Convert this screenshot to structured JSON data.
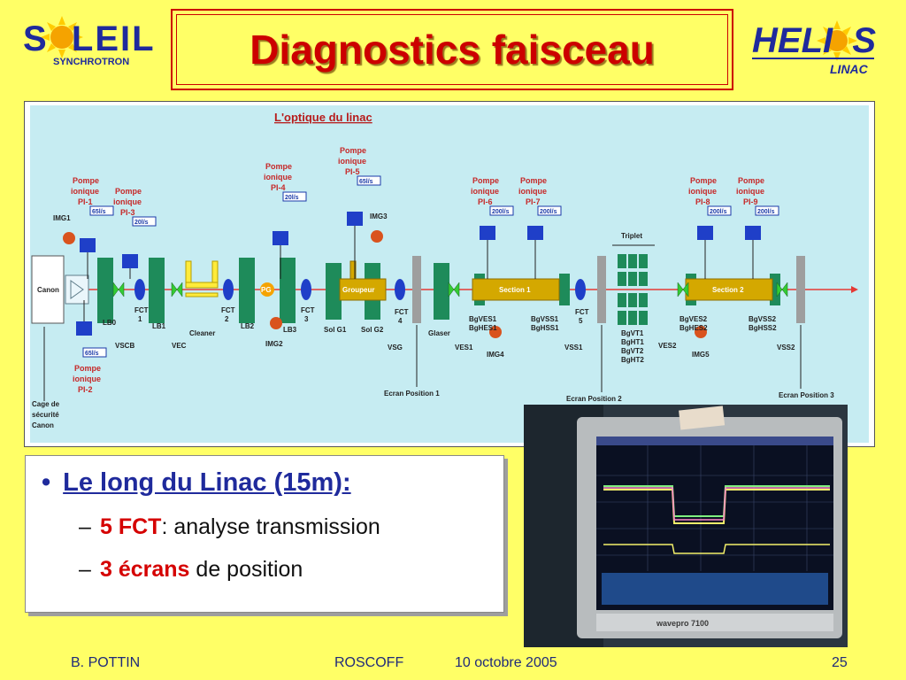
{
  "title": "Diagnostics faisceau",
  "logos": {
    "soleil_main": "S  LEIL",
    "soleil_sub": "SYNCHROTRON",
    "helios_main": "HELI  S",
    "helios_sub": "LINAC"
  },
  "diagram": {
    "heading": "L'optique du linac",
    "pumps": [
      {
        "label1": "Pompe",
        "label2": "ionique",
        "label3": "PI-1",
        "speed": "65l/s"
      },
      {
        "label1": "Pompe",
        "label2": "ionique",
        "label3": "PI-3",
        "speed": "20l/s"
      },
      {
        "label1": "Pompe",
        "label2": "ionique",
        "label3": "PI-4",
        "speed": "20l/s"
      },
      {
        "label1": "Pompe",
        "label2": "ionique",
        "label3": "PI-5",
        "speed": "65l/s"
      },
      {
        "label1": "Pompe",
        "label2": "ionique",
        "label3": "PI-6",
        "speed": "200l/s"
      },
      {
        "label1": "Pompe",
        "label2": "ionique",
        "label3": "PI-7",
        "speed": "200l/s"
      },
      {
        "label1": "Pompe",
        "label2": "ionique",
        "label3": "PI-8",
        "speed": "200l/s"
      },
      {
        "label1": "Pompe",
        "label2": "ionique",
        "label3": "PI-9",
        "speed": "200l/s"
      }
    ],
    "pump2": {
      "label1": "Pompe",
      "label2": "ionique",
      "label3": "PI-2",
      "speed": "65l/s"
    },
    "img_labels": {
      "img1": "IMG1",
      "img2": "IMG2",
      "img3": "IMG3",
      "img4": "IMG4",
      "img5": "IMG5"
    },
    "components": {
      "canon": "Canon",
      "lb0": "LB0",
      "vscb": "VSCB",
      "fct1": "FCT\n1",
      "lb1": "LB1",
      "vec": "VEC",
      "cleaner": "Cleaner",
      "fct2": "FCT\n2",
      "lb2": "LB2",
      "pg": "PG",
      "lb3": "LB3",
      "fct3": "FCT\n3",
      "groupeur": "Groupeur",
      "solg1": "Sol G1",
      "solg2": "Sol G2",
      "fct4": "FCT\n4",
      "vsg": "VSG",
      "glaser": "Glaser",
      "ves1": "VES1",
      "section1": "Section 1",
      "bgves1": "BgVES1",
      "bghes1": "BgHES1",
      "bgvss1": "BgVSS1",
      "bghss1": "BgHSS1",
      "vss1": "VSS1",
      "fct5": "FCT\n5",
      "triplet": "Triplet",
      "bgvt1": "BgVT1",
      "bght1": "BgHT1",
      "bgvt2": "BgVT2",
      "bght2": "BgHT2",
      "ves2": "VES2",
      "section2": "Section 2",
      "bgves2": "BgVES2",
      "bghes2": "BgHES2",
      "bgvss2": "BgVSS2",
      "bghss2": "BgHSS2",
      "vss2": "VSS2"
    },
    "cage": [
      "Cage de",
      "sécurité",
      "Canon"
    ],
    "ecran1": "Ecran Position 1",
    "ecran2": "Ecran Position 2",
    "ecran3": "Ecran Position 3"
  },
  "bullets": {
    "main": "Le long du Linac (15m):",
    "items": [
      {
        "strong": "5 FCT",
        "rest": ": analyse transmission"
      },
      {
        "strong": "3 écrans",
        "rest": " de position"
      }
    ]
  },
  "footer": {
    "author": "B. POTTIN",
    "place": "ROSCOFF",
    "date": "10 octobre 2005",
    "page": "25"
  },
  "colors": {
    "background": "#ffff66",
    "title_red": "#cc0000",
    "bullet_blue": "#1f2a9c",
    "diagram_bg": "#c6ecf2"
  }
}
